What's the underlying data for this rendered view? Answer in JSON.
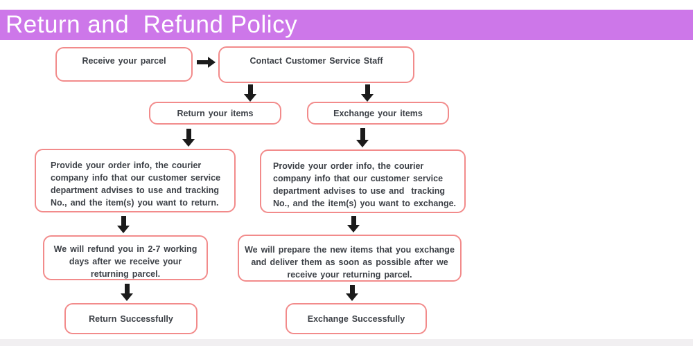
{
  "colors": {
    "banner_bg": "#cd77e9",
    "banner_text": "#ffffff",
    "box_border": "#f28b8b",
    "box_text": "#3d4147",
    "arrow": "#1b1b1b",
    "footer_strip": "#f1eff1"
  },
  "banner": {
    "title": "Return and  Refund Policy"
  },
  "flow": {
    "receive_parcel": {
      "label": "Receive your parcel"
    },
    "contact_staff": {
      "label": "Contact Customer Service Staff"
    },
    "return_items": {
      "label": "Return your items"
    },
    "exchange_items": {
      "label": "Exchange your items"
    },
    "return_details": {
      "label": "Provide your order info, the courier company info that our customer service department advises to use and tracking No., and the item(s) you want to return."
    },
    "exchange_details": {
      "label": "Provide your order info, the courier company info that our customer service department advises to use and  tracking No., and the item(s) you want to exchange."
    },
    "refund_timeline": {
      "label": "We will refund you in 2-7 working days after we receive your returning parcel."
    },
    "prepare_items": {
      "label": "We will prepare the new items that you exchange  and deliver them as soon as possible after we receive your returning parcel."
    },
    "return_success": {
      "label": "Return Successfully"
    },
    "exchange_success": {
      "label": "Exchange Successfully"
    }
  }
}
